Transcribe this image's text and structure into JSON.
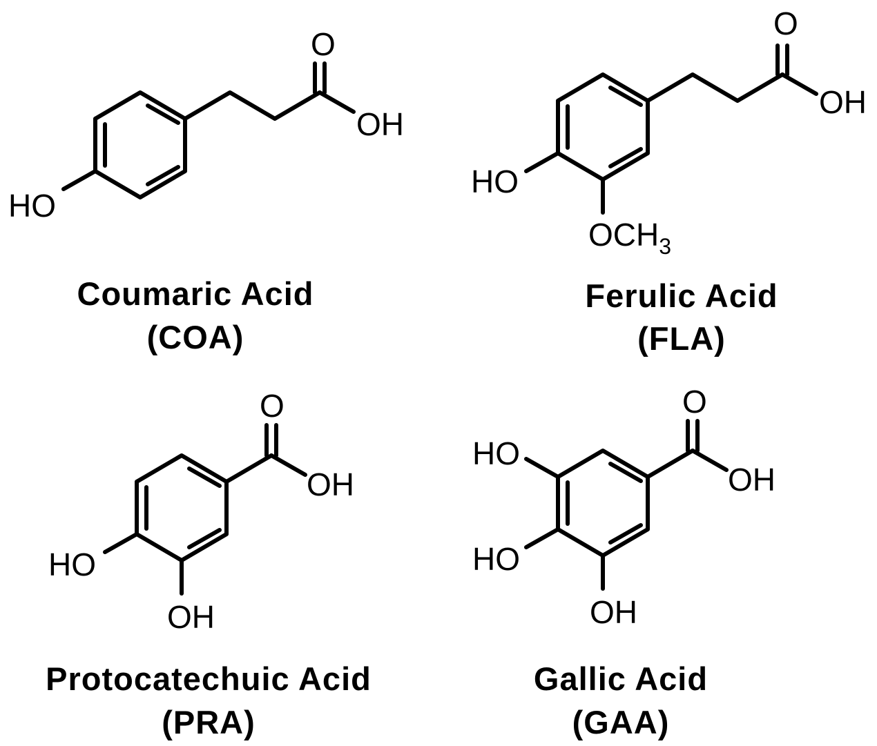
{
  "compounds": {
    "coumaric": {
      "name": "Coumaric Acid",
      "abbr": "(COA)",
      "labels": {
        "carbonyl_o": "O",
        "acid_oh": "OH",
        "ring_oh": "HO"
      }
    },
    "ferulic": {
      "name": "Ferulic Acid",
      "abbr": "(FLA)",
      "labels": {
        "carbonyl_o": "O",
        "acid_oh": "OH",
        "ring_oh": "HO",
        "methoxy": "OCH",
        "methoxy_sub": "3"
      }
    },
    "protocatechuic": {
      "name": "Protocatechuic Acid",
      "abbr": "(PRA)",
      "labels": {
        "carbonyl_o": "O",
        "acid_oh": "OH",
        "ring_oh_para": "HO",
        "ring_oh_meta": "OH"
      }
    },
    "gallic": {
      "name": "Gallic Acid",
      "abbr": "(GAA)",
      "labels": {
        "carbonyl_o": "O",
        "acid_oh": "OH",
        "ring_oh_top": "HO",
        "ring_oh_mid": "HO",
        "ring_oh_bottom": "OH"
      }
    }
  }
}
